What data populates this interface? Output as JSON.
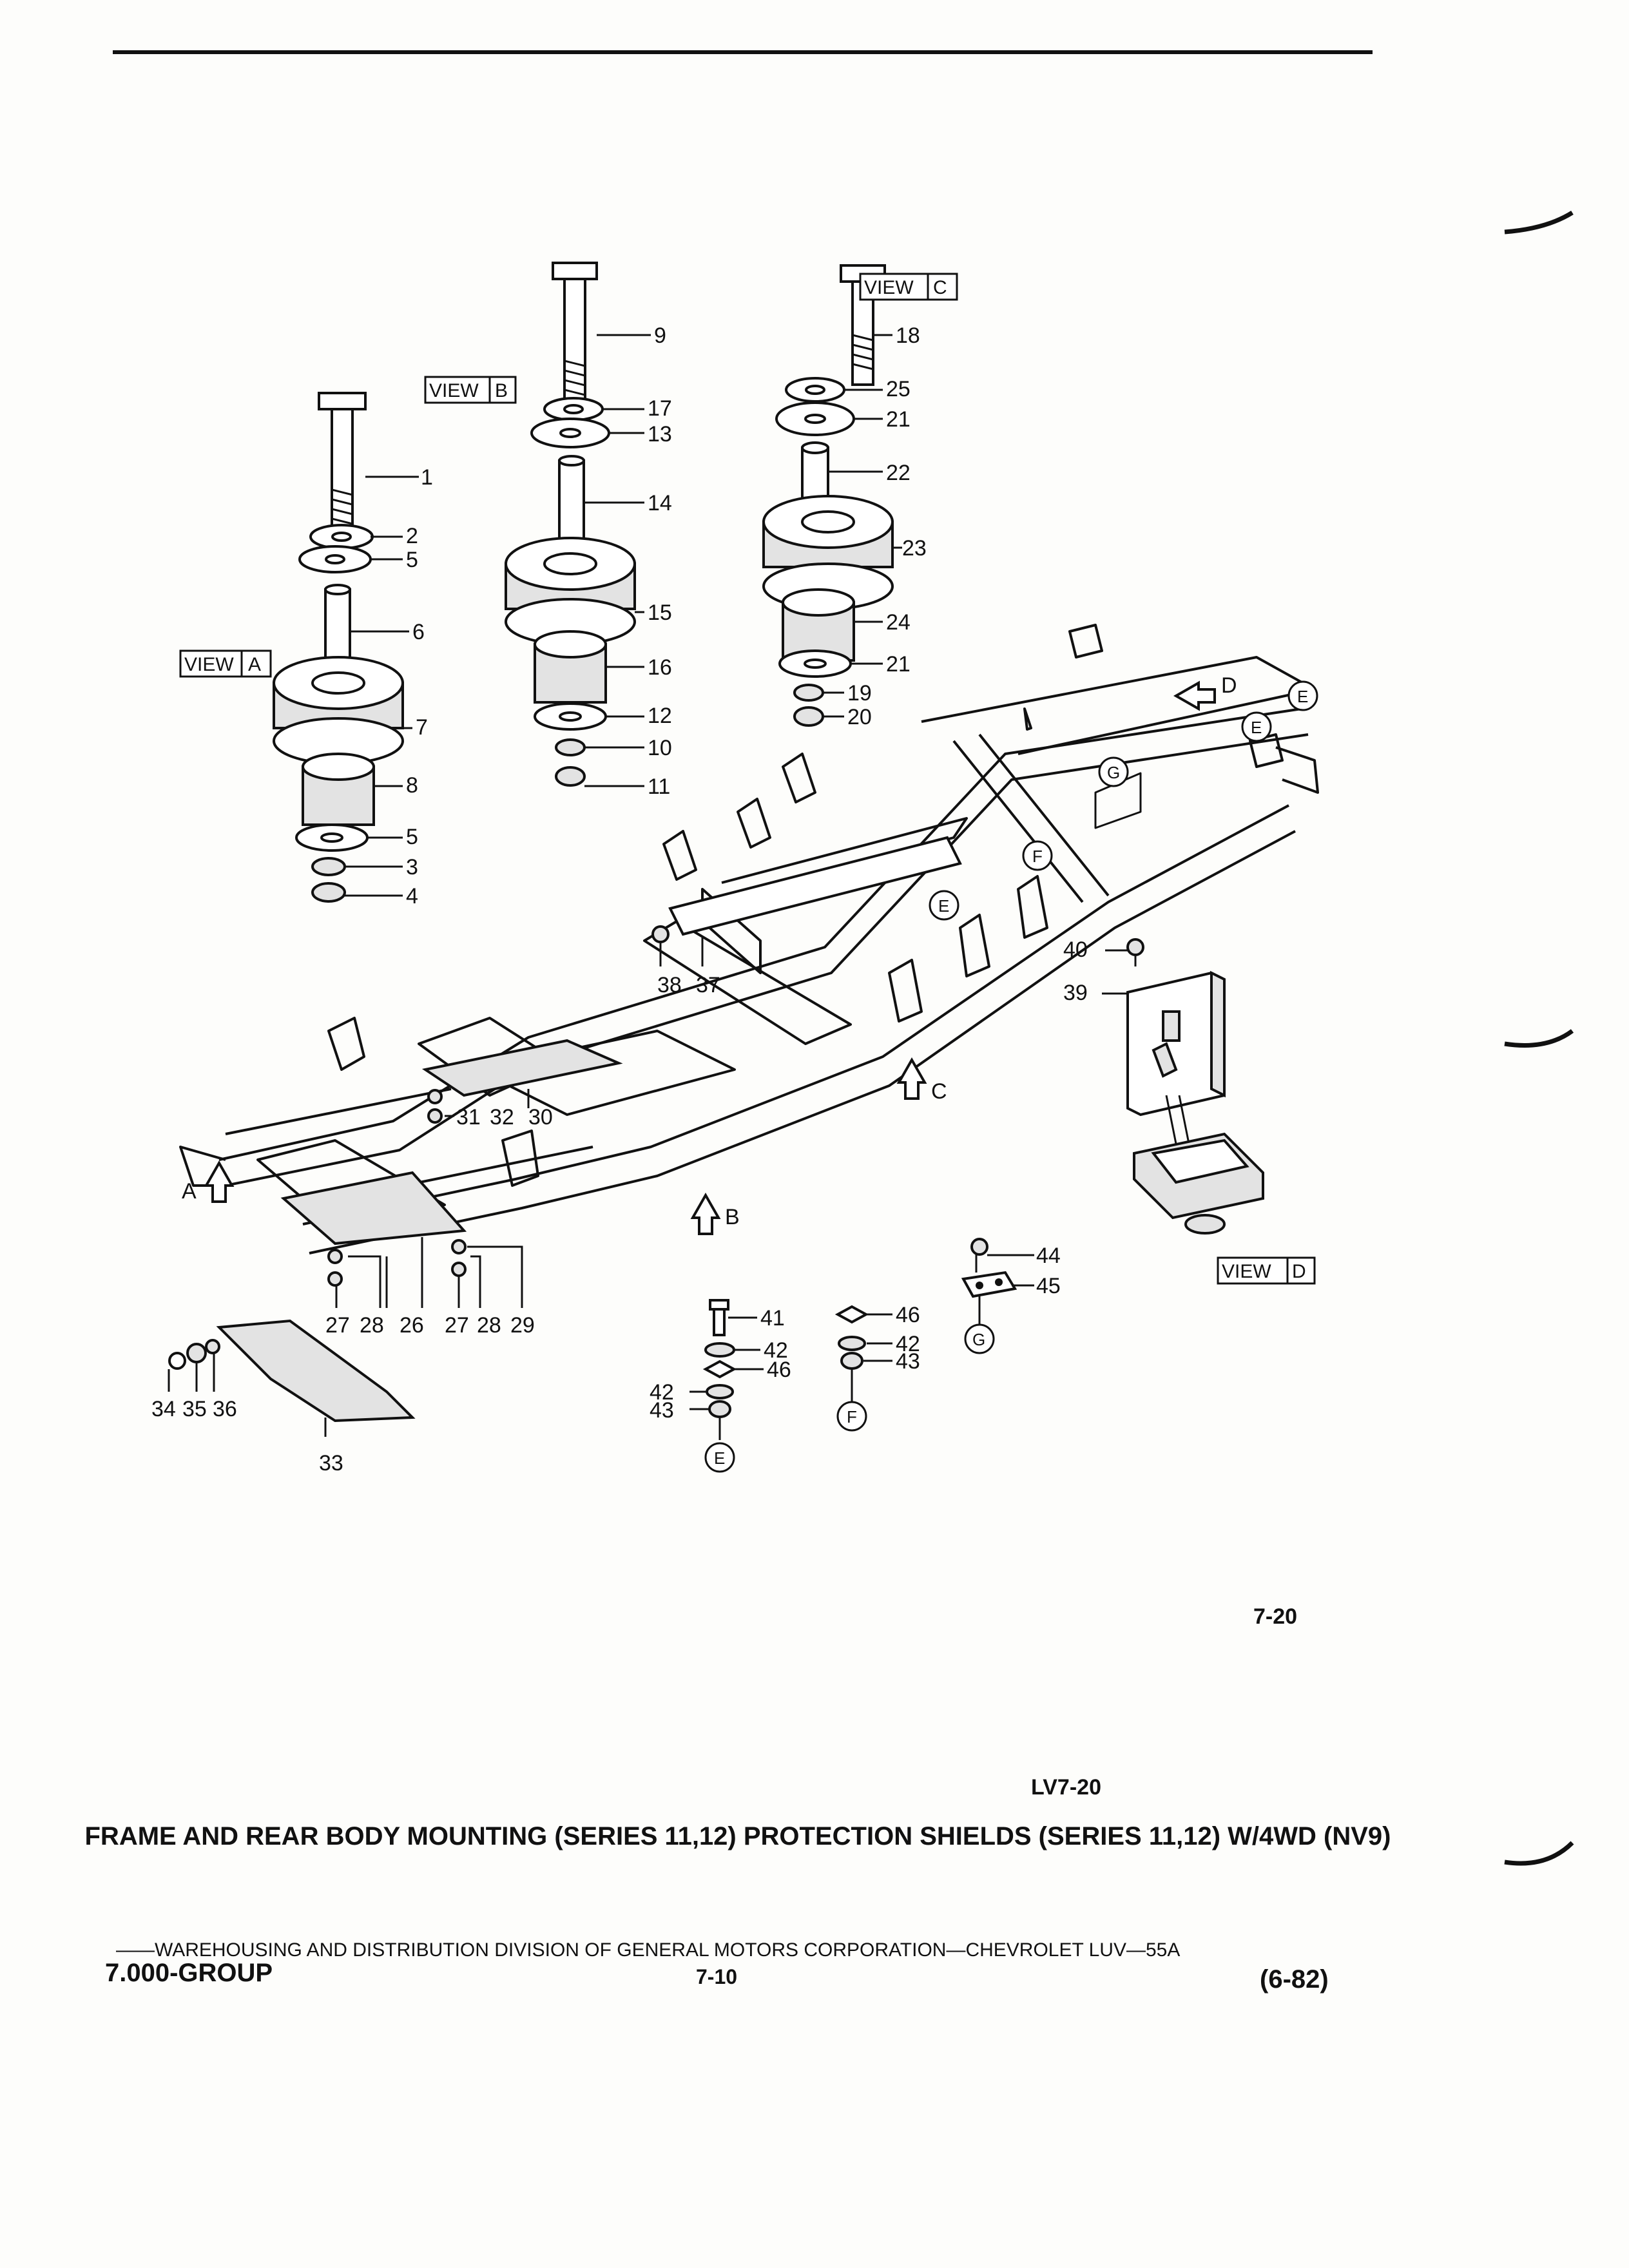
{
  "callouts": {
    "c1": "1",
    "c2": "2",
    "c3": "3",
    "c4": "4",
    "c5a": "5",
    "c5b": "5",
    "c6": "6",
    "c7": "7",
    "c8": "8",
    "c9": "9",
    "c10": "10",
    "c11": "11",
    "c12": "12",
    "c13": "13",
    "c14": "14",
    "c15": "15",
    "c16": "16",
    "c17": "17",
    "c18": "18",
    "c19": "19",
    "c20": "20",
    "c21a": "21",
    "c21b": "21",
    "c22": "22",
    "c23": "23",
    "c24": "24",
    "c25": "25",
    "c26": "26",
    "c27a": "27",
    "c27b": "27",
    "c28a": "28",
    "c28b": "28",
    "c29": "29",
    "c30": "30",
    "c31": "31",
    "c32": "32",
    "c33": "33",
    "c34": "34",
    "c35": "35",
    "c36": "36",
    "c37": "37",
    "c38": "38",
    "c39": "39",
    "c40": "40",
    "c41": "41",
    "c42a": "42",
    "c42b": "42",
    "c43a": "43",
    "c43b": "43",
    "c44": "44",
    "c45": "45",
    "c46a": "46",
    "c46b": "46"
  },
  "views": {
    "view_label": "VIEW",
    "a": "A",
    "b": "B",
    "c": "C",
    "d": "D"
  },
  "direction_labels": {
    "a": "A",
    "b": "B",
    "c": "C",
    "d": "D"
  },
  "location_markers": {
    "e": "E",
    "f": "F",
    "g": "G"
  },
  "sheet_ref": "7-20",
  "figure_code": "LV7-20",
  "title": "FRAME AND REAR BODY MOUNTING (SERIES 11,12) PROTECTION SHIELDS (SERIES 11,12) W/4WD (NV9)",
  "footer": {
    "line": "——WAREHOUSING AND DISTRIBUTION  DIVISION OF GENERAL MOTORS CORPORATION—CHEVROLET LUV—55A",
    "group": "7.000-GROUP",
    "page": "7-10",
    "date": "(6-82)"
  }
}
